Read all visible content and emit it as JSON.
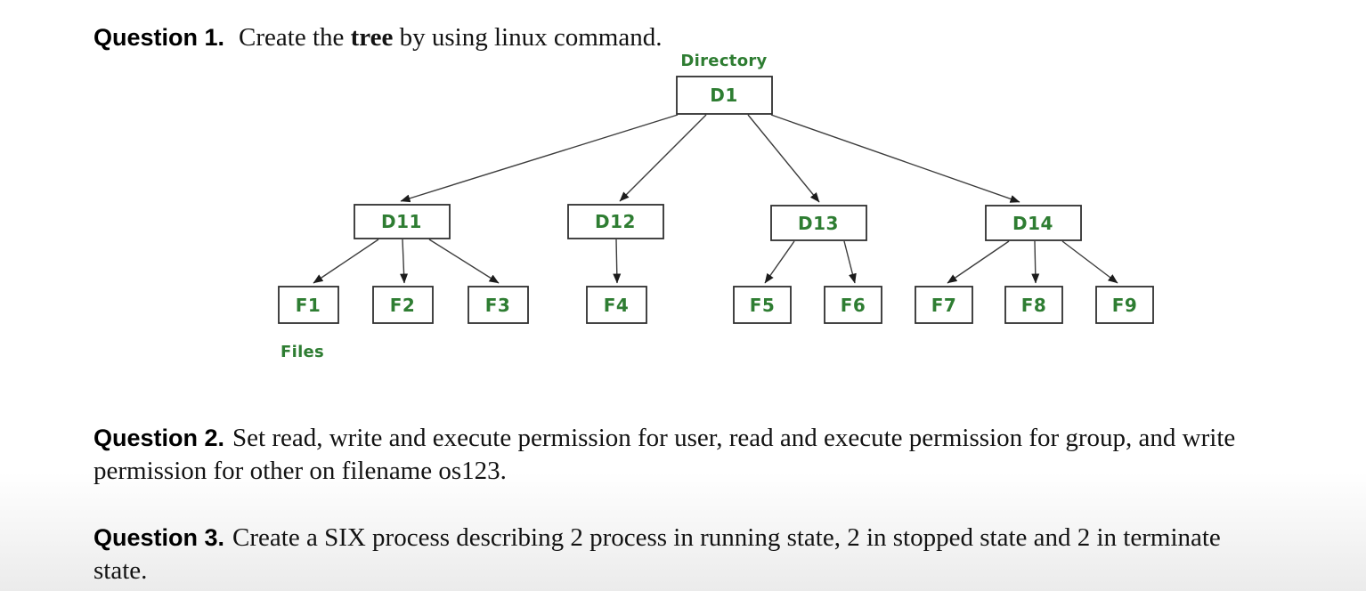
{
  "colors": {
    "accent_green": "#2e7d32",
    "line": "#3c3c3c",
    "text": "#131313",
    "background": "#ffffff"
  },
  "questions": {
    "q1": {
      "label": "Question 1.",
      "pre": "Create the ",
      "bold_word": "tree",
      "post": " by using linux command."
    },
    "q2": {
      "label": "Question 2.",
      "line1": "Set read, write and execute permission for user, read and execute permission for group, and write",
      "line2": "permission for other on filename os123."
    },
    "q3": {
      "label": "Question 3.",
      "line1": "Create a SIX process describing 2 process in running state, 2 in stopped state and 2 in terminate",
      "line2": "state."
    }
  },
  "tree": {
    "top_label": "Directory",
    "bottom_label": "Files",
    "nodes": {
      "root": "D1",
      "dirs": [
        "D11",
        "D12",
        "D13",
        "D14"
      ],
      "files": [
        "F1",
        "F2",
        "F3",
        "F4",
        "F5",
        "F6",
        "F7",
        "F8",
        "F9"
      ]
    },
    "edges": [
      [
        "D1",
        "D11"
      ],
      [
        "D1",
        "D12"
      ],
      [
        "D1",
        "D13"
      ],
      [
        "D1",
        "D14"
      ],
      [
        "D11",
        "F1"
      ],
      [
        "D11",
        "F2"
      ],
      [
        "D11",
        "F3"
      ],
      [
        "D12",
        "F4"
      ],
      [
        "D13",
        "F5"
      ],
      [
        "D13",
        "F6"
      ],
      [
        "D14",
        "F7"
      ],
      [
        "D14",
        "F8"
      ],
      [
        "D14",
        "F9"
      ]
    ]
  }
}
